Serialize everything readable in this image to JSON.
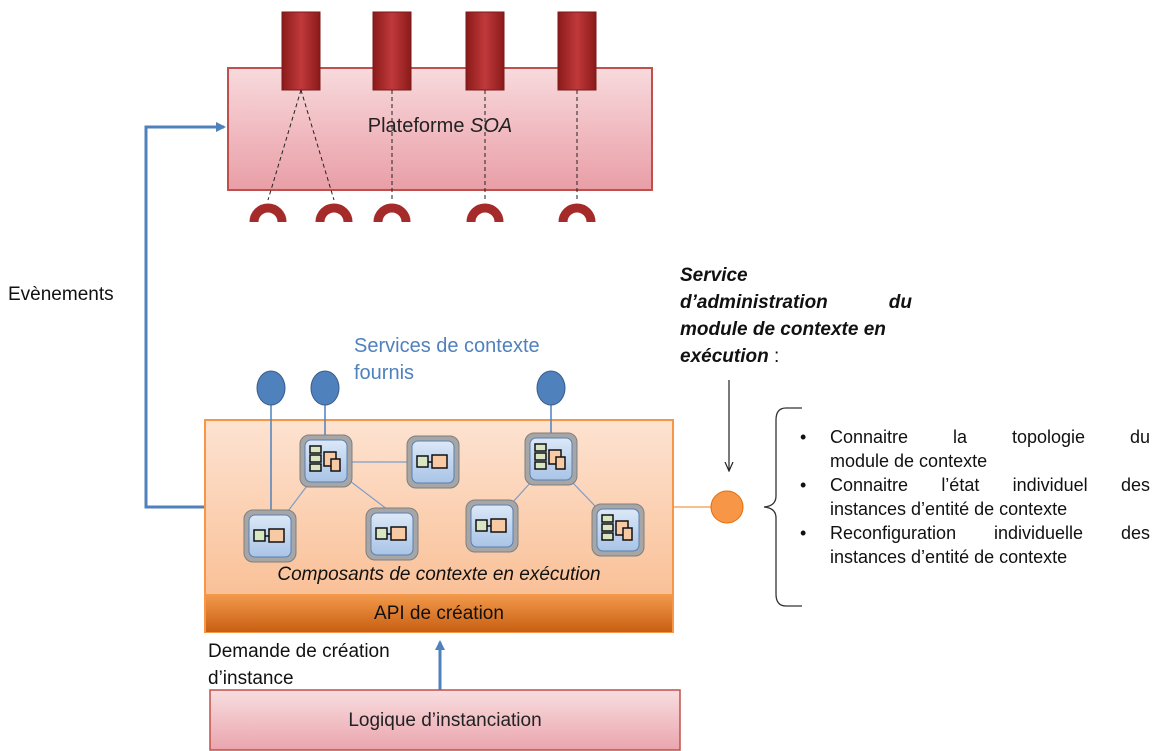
{
  "labels": {
    "events": "Evènements",
    "platform_prefix": "Plateforme ",
    "platform_em": "SOA",
    "services_line1": "Services de contexte",
    "services_line2": "fournis",
    "admin_line1": "Service",
    "admin_line2a": "d’administration",
    "admin_line2b": "du",
    "admin_line3": "module de contexte en",
    "admin_line4": "exécution",
    "admin_colon": " :",
    "components": "Composants de contexte en exécution",
    "api": "API de création",
    "request_line1": "Demande de création",
    "request_line2": "d’instance",
    "logic": "Logique d’instanciation"
  },
  "bullets": [
    {
      "words": [
        "Connaitre",
        "la",
        "topologie",
        "du"
      ],
      "line2": "module de contexte"
    },
    {
      "words": [
        "Connaitre",
        "l’état",
        "individuel",
        "des"
      ],
      "line2": "instances d’entité de contexte"
    },
    {
      "words": [
        "Reconfiguration",
        "individuelle",
        "des"
      ],
      "line2": "instances d’entité de contexte"
    }
  ],
  "colors": {
    "platform_fill": "#f2c3c8",
    "platform_border": "#c0504d",
    "port_fill": "#a52a2a",
    "arrow": "#4f81bd",
    "service_ball": "#4f81bd",
    "orange_box": "#f79646",
    "admin_ball": "#f79646",
    "logic_fill": "#f2c3c8"
  }
}
